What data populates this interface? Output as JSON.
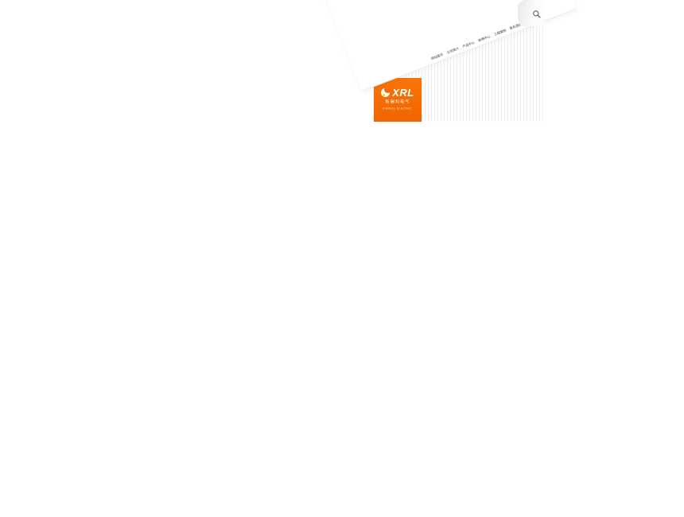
{
  "brand": {
    "logo_text": "XRL",
    "logo_subtitle": "新瑞利电气",
    "logo_tagline": "XINRUILI ELECTRIC",
    "brand_color": "#f56a00",
    "logo_icon": "phoenix-swoosh-icon"
  },
  "nav": {
    "items": [
      {
        "label": "网站首页"
      },
      {
        "label": "公司简介"
      },
      {
        "label": "产品中心"
      },
      {
        "label": "新闻中心"
      },
      {
        "label": "工程案例"
      },
      {
        "label": "联系我们"
      }
    ]
  },
  "search": {
    "icon": "search-icon"
  },
  "decor": {
    "stripe_color": "#efefef",
    "band_angle_deg": -21,
    "background": "#ffffff"
  }
}
